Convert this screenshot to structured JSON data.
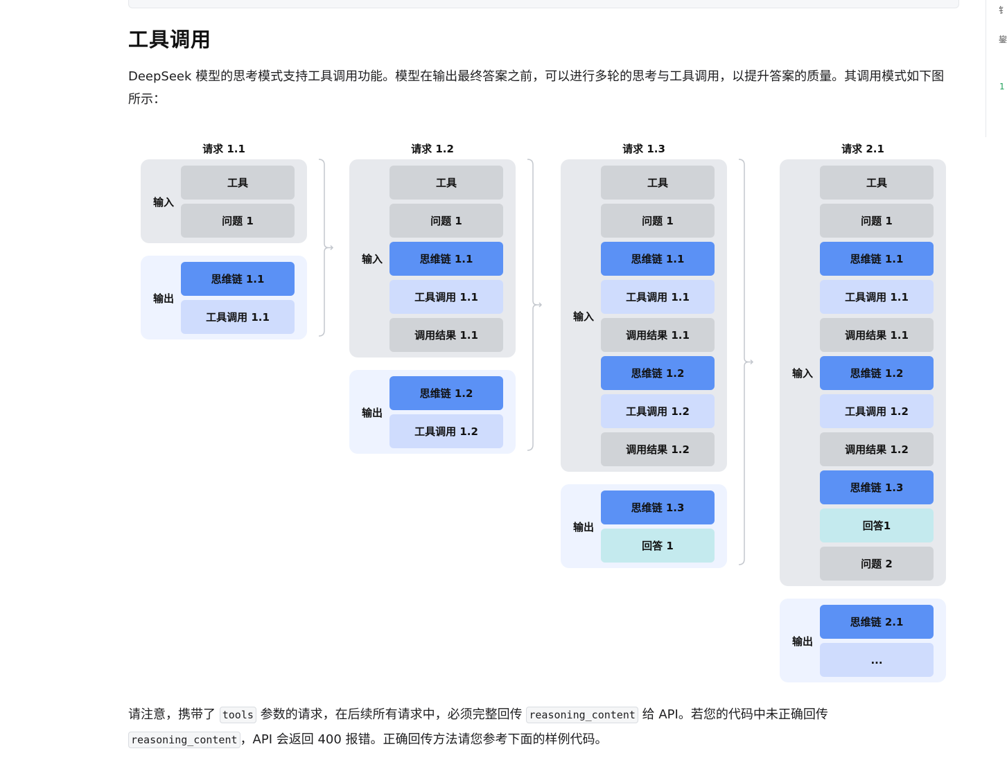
{
  "sidebar": {
    "chars": [
      "钅",
      "鋆"
    ],
    "link_char": "1"
  },
  "heading": "工具调用",
  "intro": "DeepSeek 模型的思考模式支持工具调用功能。模型在输出最终答案之前，可以进行多轮的思考与工具调用，以提升答案的质量。其调用模式如下图所示：",
  "diagram": {
    "input_label": "输入",
    "output_label": "输出",
    "requests": [
      {
        "title": "请求 1.1",
        "input": [
          "工具",
          "问题 1"
        ],
        "output": [
          "思维链 1.1",
          "工具调用 1.1"
        ]
      },
      {
        "title": "请求 1.2",
        "input": [
          "工具",
          "问题 1",
          "思维链 1.1",
          "工具调用 1.1",
          "调用结果 1.1"
        ],
        "output": [
          "思维链 1.2",
          "工具调用 1.2"
        ]
      },
      {
        "title": "请求 1.3",
        "input": [
          "工具",
          "问题 1",
          "思维链 1.1",
          "工具调用 1.1",
          "调用结果 1.1",
          "思维链 1.2",
          "工具调用 1.2",
          "调用结果 1.2"
        ],
        "output": [
          "思维链 1.3",
          "回答 1"
        ]
      },
      {
        "title": "请求 2.1",
        "input": [
          "工具",
          "问题 1",
          "思维链 1.1",
          "工具调用 1.1",
          "调用结果 1.1",
          "思维链 1.2",
          "工具调用 1.2",
          "调用结果 1.2",
          "思维链 1.3",
          "回答1",
          "问题 2"
        ],
        "output": [
          "思维链 2.1",
          "..."
        ]
      }
    ],
    "colors": {
      "tool_question_result": "#d0d3d7",
      "chain_of_thought": "#5b91f5",
      "tool_call": "#cfdcfd",
      "answer": "#c4eaee",
      "input_panel": "#e7e9ed",
      "output_panel": "#eef3ff"
    }
  },
  "note": {
    "seg1": "请注意，携带了",
    "code1": "tools",
    "seg2": "参数的请求，在后续所有请求中，必须完整回传",
    "code2": "reasoning_content",
    "seg3": "给 API。若您的代码中未正确回传",
    "code3": "reasoning_content",
    "seg4": "，API 会返回 400 报错。正确回传方法请您参考下面的样例代码。"
  }
}
